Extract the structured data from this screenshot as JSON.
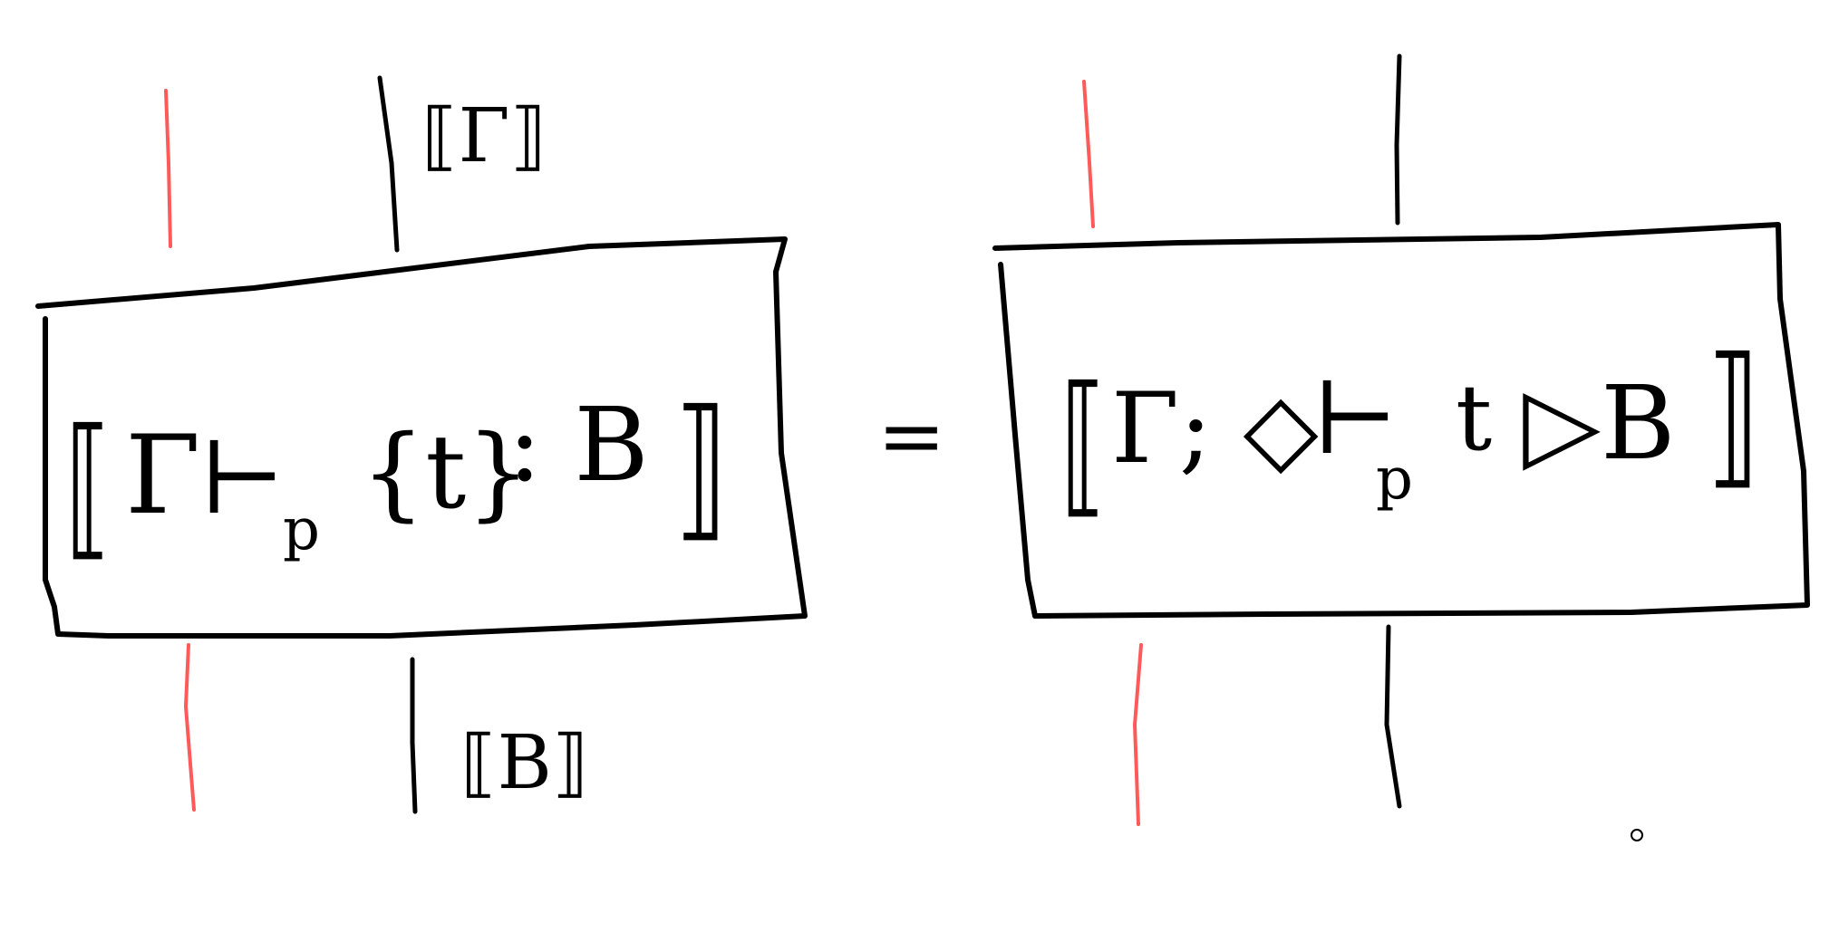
{
  "diagram": {
    "left": {
      "formula_open": "⟦",
      "formula_context": "Γ",
      "formula_turnstile": "⊢",
      "formula_subscript": "p",
      "formula_body": "{t}",
      "formula_type": " : B",
      "formula_close": "⟧",
      "top_wire_label": "⟦Γ⟧",
      "bottom_wire_label": "⟦B⟧"
    },
    "equals": "=",
    "right": {
      "formula_open": "⟦",
      "formula_context": "Γ; ◇",
      "formula_turnstile": "⊢",
      "formula_subscript": "p",
      "formula_body": "t",
      "formula_type": " ▷B",
      "formula_close": "⟧"
    },
    "colors": {
      "ink": "#000000",
      "accent_wire": "#ff5a5a",
      "background": "#ffffff"
    }
  }
}
